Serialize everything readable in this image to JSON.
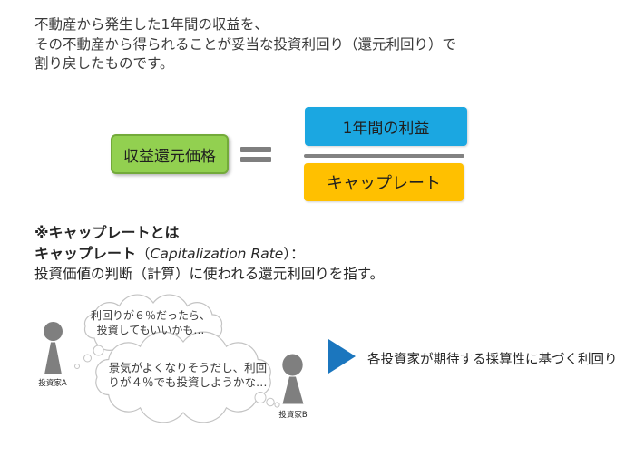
{
  "intro": {
    "lines": [
      "不動産から発生した1年間の収益を、",
      "その不動産から得られることが妥当な投資利回り（還元利回り）で",
      "割り戻したものです。"
    ]
  },
  "formula": {
    "result": "収益還元価格",
    "numerator": "1年間の利益",
    "denominator": "キャップレート"
  },
  "cap_note": {
    "heading": "※キャップレートとは",
    "term": "キャップレート",
    "paren_open": "（",
    "term_en": "Capitalization Rate",
    "paren_close": "）：",
    "definition": "投資価値の判断（計算）に使われる還元利回りを指す。"
  },
  "scene": {
    "investor_a": {
      "label": "投資家A",
      "thought_lines": [
        "利回りが６％だったら、",
        "投資してもいいかも…"
      ]
    },
    "investor_b": {
      "label": "投資家B",
      "thought_lines": [
        "景気がよくなりそうだし、利回",
        "りが４％でも投資しようかな…"
      ]
    },
    "conclusion": "各投資家が期待する採算性に基づく利回り"
  },
  "icons": {
    "investor_figure": "person-silhouette",
    "thought_bubble": "cloud-callout",
    "pointer": "right-triangle-arrow"
  },
  "colors": {
    "result_box": "#92D050",
    "result_box_border": "#73AA3A",
    "numerator_box": "#1BA7E1",
    "denominator_box": "#FFC000",
    "equals_and_fraction_bar": "#7F7F7F",
    "arrow_triangle": "#1B76BE",
    "figure_gray": "#7F7F7F",
    "bubble_outline": "#C3C3C3"
  }
}
